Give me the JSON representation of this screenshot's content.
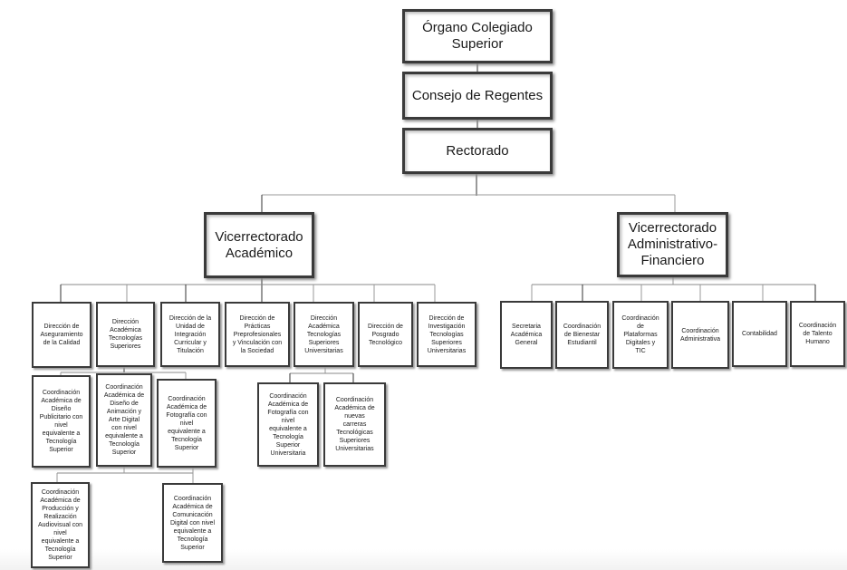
{
  "org_chart": {
    "top": {
      "organo": "Órgano Colegiado\nSuperior",
      "consejo": "Consejo de Regentes",
      "rectorado": "Rectorado"
    },
    "vicerrectorados": {
      "academico": "Vicerrectorado\nAcadémico",
      "administrativo": "Vicerrectorado\nAdministrativo-\nFinanciero"
    },
    "academic_units": [
      "Dirección  de\nAseguramiento\nde la Calidad",
      "Dirección\nAcadémica\nTecnologías\nSuperiores",
      "Dirección de la\nUnidad de\nIntegración\nCurricular y\nTitulación",
      "Dirección de\nPrácticas\nPreprofesionales\ny Vinculación con\nla Sociedad",
      "Dirección\nAcadémica\nTecnologías\nSuperiores\nUniversitarias",
      "Dirección  de\nPosgrado\nTecnológico",
      "Dirección de\nInvestigación\nTecnologías\nSuperiores\nUniversitarias"
    ],
    "admin_units": [
      "Secretaria\nAcadémica\nGeneral",
      "Coordinación\nde Bienestar\nEstudiantil",
      "Coordinación\nde\nPlataformas\nDigitales y\nTIC",
      "Coordinación\nAdministrativa",
      "Contabilidad",
      "Coordinación\nde Talento\nHumano"
    ],
    "tecnologias_superiores_coords": [
      "Coordinación\nAcadémica de\nDiseño\nPublicitario con\nnivel\nequivalente a\nTecnología\nSuperior",
      "Coordinación\nAcadémica de\nDiseño de\nAnimación y\nArte Digital\ncon nivel\nequivalente a\nTecnología\nSuperior",
      "Coordinación\nAcadémica de\nFotografía con\nnivel\nequivalente a\nTecnología\nSuperior",
      "Coordinación\nAcadémica de\nProducción y\nRealización\nAudiovisual con\nnivel\nequivalente a\nTecnología\nSuperior",
      "Coordinación\nAcadémica de\nComunicación\nDigital con nivel\nequivalente a\nTecnología\nSuperior"
    ],
    "universitarias_coords": [
      "Coordinación\nAcadémica de\nFotografía con\nnivel\nequivalente a\nTecnología\nSuperior\nUniversitaria",
      "Coordinación\nAcadémica de\nnuevas\ncarreras\nTecnológicas\nSuperiores\nUniversitarias"
    ]
  }
}
